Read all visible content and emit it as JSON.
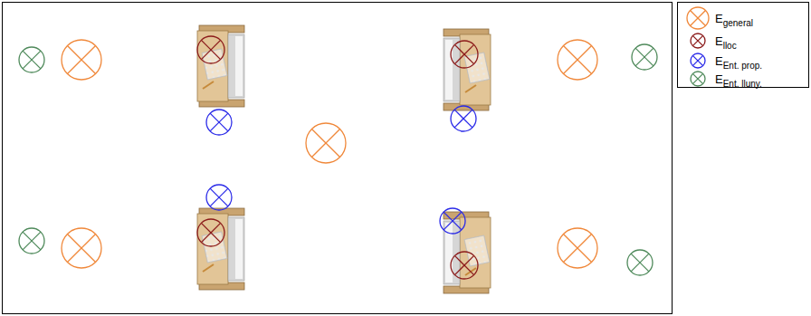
{
  "diagram": {
    "legend": [
      {
        "text": "Egeneral",
        "color": "#f0883a"
      },
      {
        "text": "Elloc",
        "color": "#8b1a1a"
      },
      {
        "text": "EEnt. prop.",
        "color": "#2a2ae8"
      },
      {
        "text": "EEnt. lluny.",
        "color": "#4f8a5b"
      }
    ]
  }
}
